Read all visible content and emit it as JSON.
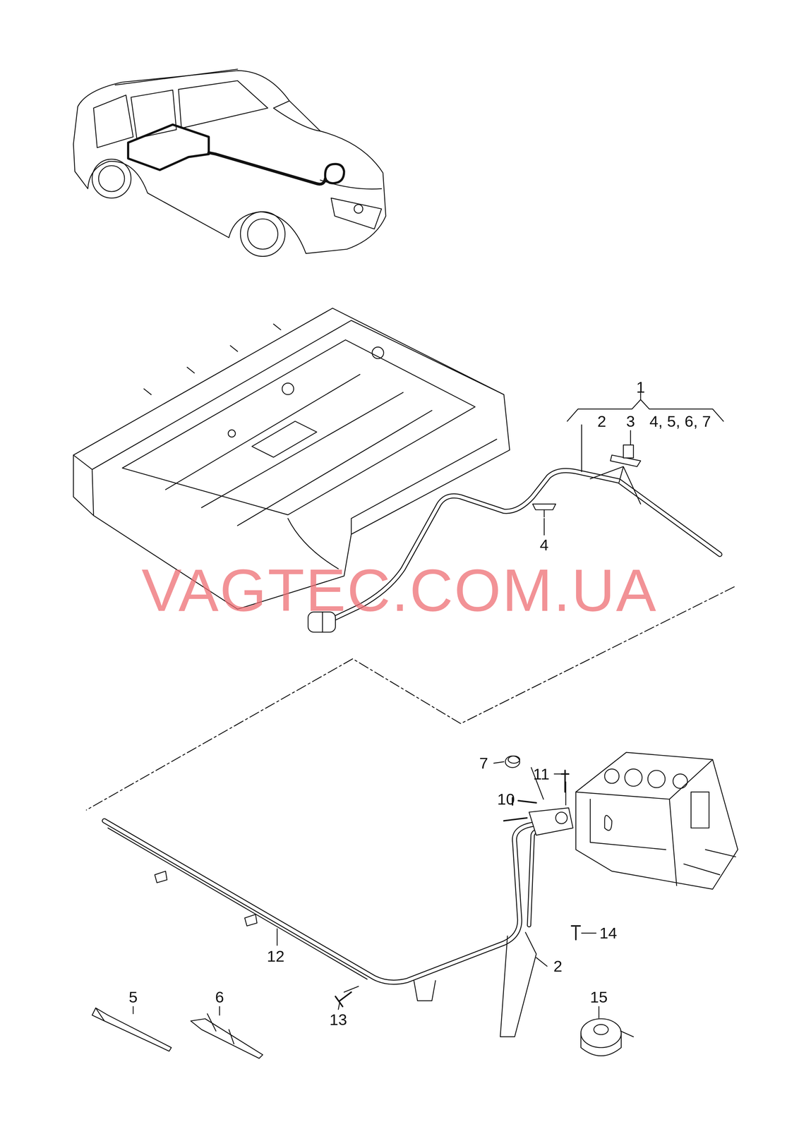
{
  "diagram": {
    "labels": [
      "1",
      "2",
      "3",
      "4, 5, 6, 7",
      "4",
      "VAGTEC.COM.UA",
      "7",
      "11",
      "10",
      "12",
      "2",
      "14",
      "13",
      "5",
      "6",
      "15"
    ]
  }
}
